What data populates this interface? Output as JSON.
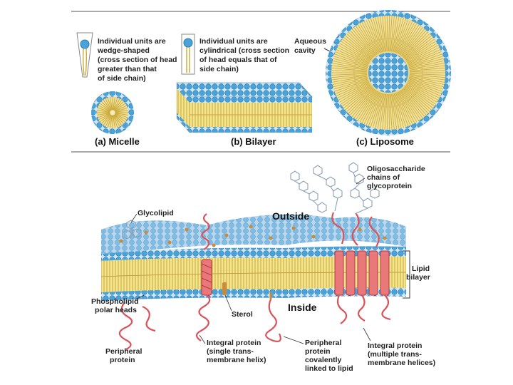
{
  "top": {
    "micelle_note": [
      "Individual units are",
      "wedge-shaped",
      "(cross section of head",
      "greater than that",
      "of side chain)"
    ],
    "bilayer_note": [
      "Individual units are",
      "cylindrical (cross section",
      "of head equals that of",
      "side chain)"
    ],
    "aqueous_note": [
      "Aqueous",
      "cavity"
    ],
    "caption_a_letter": "(a)",
    "caption_a": "Micelle",
    "caption_b_letter": "(b)",
    "caption_b": "Bilayer",
    "caption_c_letter": "(c)",
    "caption_c": "Liposome"
  },
  "bottom": {
    "oligo": [
      "Oligosaccharide",
      "chains of",
      "glycoprotein"
    ],
    "glycolipid": "Glycolipid",
    "outside": "Outside",
    "inside": "Inside",
    "lipid_bilayer": [
      "Lipid",
      "bilayer"
    ],
    "phospholipid": [
      "Phospholipid",
      "polar heads"
    ],
    "sterol": "Sterol",
    "peripheral_protein": [
      "Peripheral",
      "protein"
    ],
    "integral_single": [
      "Integral protein",
      "(single trans-",
      "membrane helix)"
    ],
    "peripheral_covalent": [
      "Peripheral",
      "protein",
      "covalently",
      "linked to lipid"
    ],
    "integral_multi": [
      "Integral protein",
      "(multiple trans-",
      "membrane helices)"
    ]
  },
  "colors": {
    "head": "#4aa3d8",
    "head_dark": "#2a78b0",
    "tail": "#e8d36a",
    "tail_dark": "#c9a93a",
    "protein": "#d9535a",
    "sugar": "#8aa0b8",
    "sterol": "#c98a3a"
  }
}
